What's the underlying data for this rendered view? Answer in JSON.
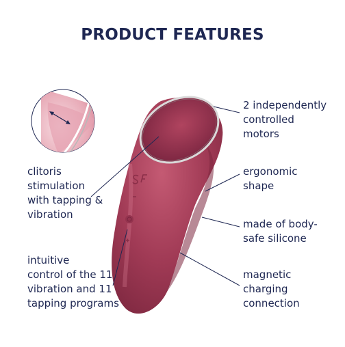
{
  "heading": "PRODUCT FEATURES",
  "features": {
    "motors": "2 independently\ncontrolled\nmotors",
    "shape": "ergonomic\nshape",
    "silicone": "made of body-\nsafe silicone",
    "magnetic": "magnetic\ncharging\nconnection",
    "clitoris": "clitoris\nstimulation\nwith tapping &\nvibration",
    "control": "intuitive\ncontrol of the 11\nvibration and 11\ntapping programs"
  },
  "colors": {
    "text": "#1e2752",
    "product_body": "#a03a55",
    "product_dark": "#7e2840",
    "product_light": "#c45a73",
    "ring": "#d9d9d9",
    "leader_line": "#1e2752"
  },
  "icons": {
    "logo": "satisfyer-sf-logo",
    "plus_button": "plus-icon",
    "minus_button": "minus-icon",
    "power_button": "power-icon"
  }
}
